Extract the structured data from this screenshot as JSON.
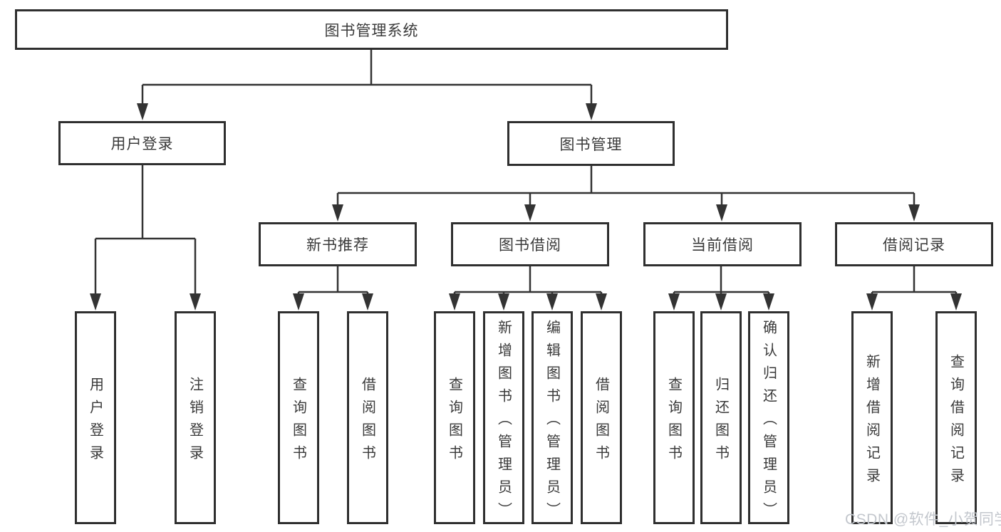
{
  "diagram": {
    "root": {
      "label": "图书管理系统"
    },
    "level2": [
      {
        "label": "用户登录"
      },
      {
        "label": "图书管理"
      }
    ],
    "level3": [
      {
        "label": "新书推荐"
      },
      {
        "label": "图书借阅"
      },
      {
        "label": "当前借阅"
      },
      {
        "label": "借阅记录"
      }
    ],
    "leaves": {
      "login": [
        "用户登录",
        "注销登录"
      ],
      "new_books": [
        "查询图书",
        "借阅图书"
      ],
      "borrow": [
        "查询图书",
        "新增图书（管理员）",
        "编辑图书（管理员）",
        "借阅图书"
      ],
      "current": [
        "查询图书",
        "归还图书",
        "确认归还（管理员）"
      ],
      "records": [
        "新增借阅记录",
        "查询借阅记录"
      ]
    }
  },
  "watermark": {
    "text": "CSDN @软件_小贺同学"
  },
  "colors": {
    "line": "#333333",
    "border": "#2f2f2f",
    "text": "#3a3a3a",
    "watermark": "#c3c7cd",
    "background": "#ffffff"
  }
}
